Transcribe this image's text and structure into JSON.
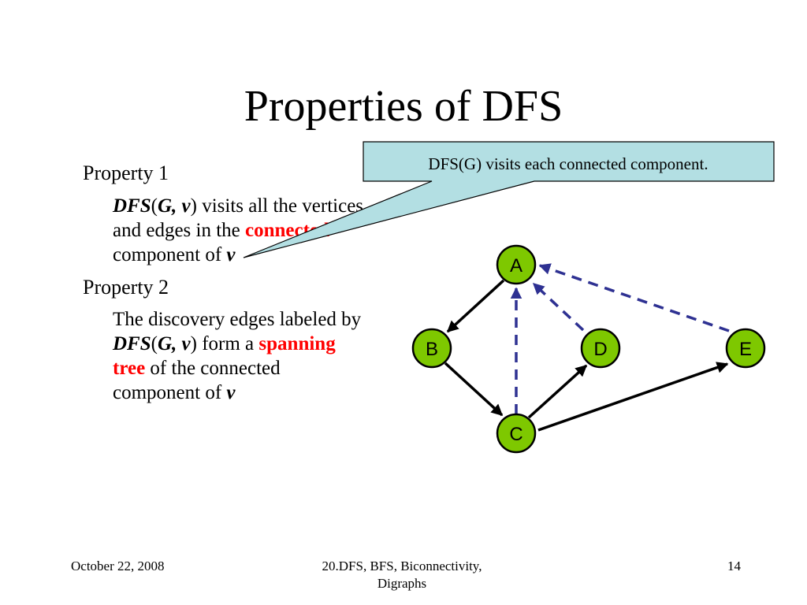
{
  "slide": {
    "title": "Properties of DFS",
    "property1": {
      "heading": "Property 1",
      "dfs": "DFS",
      "args": "G, v",
      "text1": " visits all the vertices",
      "text2": "and edges in the ",
      "highlight": "connected",
      "text3": "component of ",
      "var": "v"
    },
    "property2": {
      "heading": "Property 2",
      "text1": "The discovery edges labeled by",
      "dfs": "DFS",
      "args": "G, v",
      "text2": " form a ",
      "highlight1": "spanning",
      "highlight2": "tree",
      "text3": " of the connected",
      "text4": "component of ",
      "var": "v"
    },
    "callout": {
      "text": "DFS(G) visits each connected component."
    },
    "footer": {
      "date": "October 22, 2008",
      "course_line1": "20.DFS, BFS, Biconnectivity,",
      "course_line2": "Digraphs",
      "page": "14"
    }
  },
  "graph": {
    "nodes": [
      "A",
      "B",
      "C",
      "D",
      "E"
    ],
    "discovery_edges": [
      [
        "A",
        "B"
      ],
      [
        "B",
        "C"
      ],
      [
        "C",
        "D"
      ],
      [
        "C",
        "E"
      ]
    ],
    "back_edges": [
      [
        "C",
        "A"
      ],
      [
        "D",
        "A"
      ],
      [
        "E",
        "A"
      ]
    ]
  },
  "colors": {
    "node_fill": "#7ec800",
    "node_stroke": "#000000",
    "discovery_edge": "#000000",
    "back_edge": "#2e3192",
    "callout_fill": "#b3dfe3",
    "highlight": "#ff0000"
  }
}
